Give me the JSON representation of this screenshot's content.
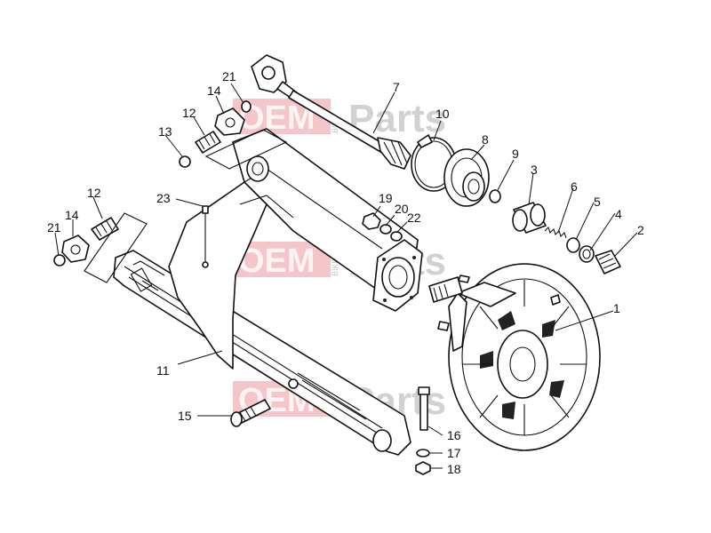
{
  "watermark": {
    "left_text": "OEM",
    "side_text": "BIKE",
    "right_text": "Parts",
    "color": "#e05a64"
  },
  "callouts": [
    {
      "id": "1",
      "label": "1"
    },
    {
      "id": "2",
      "label": "2"
    },
    {
      "id": "3",
      "label": "3"
    },
    {
      "id": "4",
      "label": "4"
    },
    {
      "id": "5",
      "label": "5"
    },
    {
      "id": "6",
      "label": "6"
    },
    {
      "id": "7",
      "label": "7"
    },
    {
      "id": "8",
      "label": "8"
    },
    {
      "id": "9",
      "label": "9"
    },
    {
      "id": "10",
      "label": "10"
    },
    {
      "id": "11",
      "label": "11"
    },
    {
      "id": "12a",
      "label": "12"
    },
    {
      "id": "12b",
      "label": "12"
    },
    {
      "id": "13",
      "label": "13"
    },
    {
      "id": "14a",
      "label": "14"
    },
    {
      "id": "14b",
      "label": "14"
    },
    {
      "id": "15",
      "label": "15"
    },
    {
      "id": "16",
      "label": "16"
    },
    {
      "id": "17",
      "label": "17"
    },
    {
      "id": "18",
      "label": "18"
    },
    {
      "id": "19",
      "label": "19"
    },
    {
      "id": "20",
      "label": "20"
    },
    {
      "id": "21a",
      "label": "21"
    },
    {
      "id": "21b",
      "label": "21"
    },
    {
      "id": "22",
      "label": "22"
    },
    {
      "id": "23",
      "label": "23"
    }
  ]
}
